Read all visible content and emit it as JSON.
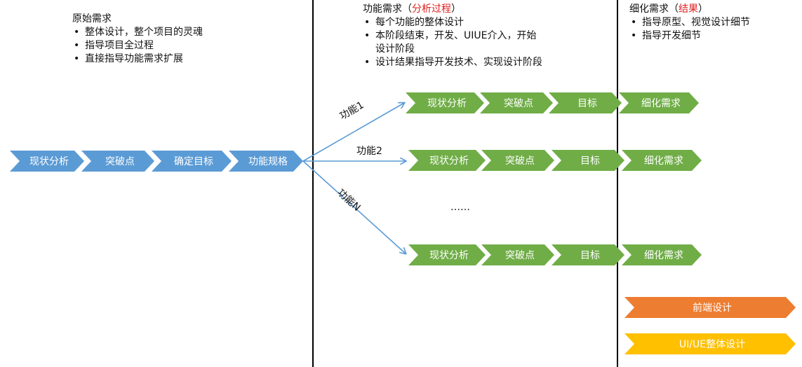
{
  "columns": {
    "original": {
      "title": "原始需求",
      "bullets": [
        "整体设计，整个项目的灵魂",
        "指导项目全过程",
        "直接指导功能需求扩展"
      ]
    },
    "functional": {
      "title_main": "功能需求（",
      "title_highlight": "分析过程",
      "title_end": "）",
      "bullets": [
        "每个功能的整体设计",
        "本阶段结束，开发、UIUE介入，开始",
        "设计阶段",
        "设计结果指导开发技术、实现设计阶段"
      ]
    },
    "detailed": {
      "title_main": "细化需求（",
      "title_highlight": "结果",
      "title_end": "）",
      "bullets": [
        "指导原型、视觉设计细节",
        "指导开发细节"
      ]
    }
  },
  "main_flow": [
    "现状分析",
    "突破点",
    "确定目标",
    "功能规格"
  ],
  "branches": [
    {
      "label": "功能1",
      "steps": [
        "现状分析",
        "突破点",
        "目标",
        "细化需求"
      ]
    },
    {
      "label": "功能2",
      "steps": [
        "现状分析",
        "突破点",
        "目标",
        "细化需求"
      ]
    },
    {
      "label": "功能N",
      "steps": [
        "现状分析",
        "突破点",
        "目标",
        "细化需求"
      ]
    }
  ],
  "ellipsis": "……",
  "outputs": [
    "前端设计",
    "UI/UE整体设计"
  ],
  "colors": {
    "blue": "#5b9bd5",
    "green": "#70ad47",
    "orange": "#ed7d31",
    "yellow": "#ffc000",
    "highlight": "#e02020"
  }
}
